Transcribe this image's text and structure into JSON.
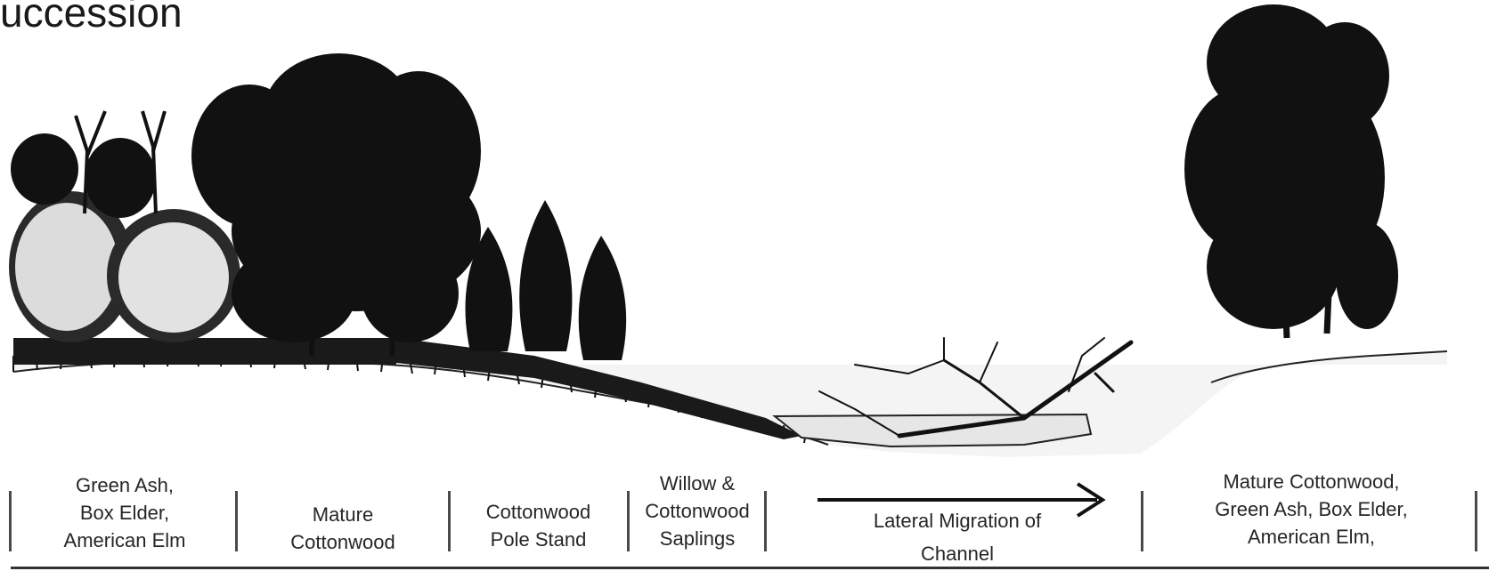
{
  "title": "uccession",
  "zones": [
    {
      "lines": [
        "Green Ash,",
        "Box Elder,",
        "American Elm"
      ]
    },
    {
      "lines": [
        "Mature",
        "Cottonwood"
      ]
    },
    {
      "lines": [
        "Cottonwood",
        "Pole Stand"
      ]
    },
    {
      "lines": [
        "Willow &",
        "Cottonwood",
        "Saplings"
      ]
    },
    {
      "lines": [
        "Lateral Migration of",
        "Channel"
      ]
    },
    {
      "lines": [
        "Mature Cottonwood,",
        "Green Ash, Box Elder,",
        "American Elm,"
      ]
    }
  ],
  "colors": {
    "ink": "#111111",
    "text": "#262626",
    "water": "#e6e6e6"
  }
}
